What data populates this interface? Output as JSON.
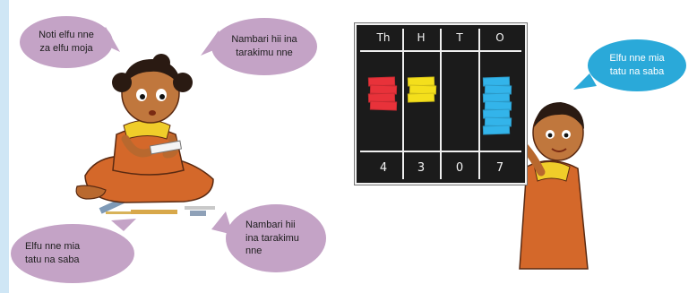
{
  "bubbles": {
    "top_left": [
      "Noti elfu nne",
      "za elfu moja"
    ],
    "top_middle": [
      "Nambari hii ina",
      "tarakimu nne"
    ],
    "bottom_left": [
      "Elfu nne mia",
      "tatu na saba"
    ],
    "bottom_middle": [
      "Nambari hii",
      "ina tarakimu",
      "nne"
    ],
    "right": [
      "Elfu nne mia",
      "tatu na saba"
    ]
  },
  "place_value_board": {
    "headers": [
      "Th",
      "H",
      "T",
      "O"
    ],
    "digits": [
      "4",
      "3",
      "0",
      "7"
    ],
    "notes": [
      4,
      3,
      0,
      7
    ],
    "note_colors": [
      "#e8323a",
      "#f4df1c",
      "#000000",
      "#33b4ea"
    ]
  },
  "colors": {
    "bubble_purple": "#c4a3c6",
    "bubble_blue": "#2aa9d9",
    "board": "#1b1b1b"
  }
}
